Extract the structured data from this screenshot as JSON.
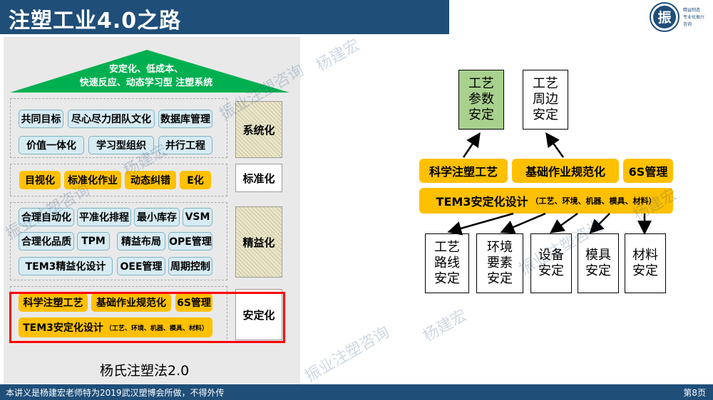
{
  "header": {
    "title": "注塑工业4.0之路"
  },
  "logo": {
    "char": "振",
    "lines": [
      "精益制造",
      "专业化振兴",
      "咨询"
    ]
  },
  "house": {
    "roof_lines": [
      "安定化、低成本、",
      "快速反应、动态学习型 注塑系统"
    ],
    "system_items": [
      "共同目标",
      "尽心尽力团队文化",
      "数据库管理",
      "价值一体化",
      "学习型组织",
      "并行工程"
    ],
    "standard_items": [
      "目视化",
      "标准化作业",
      "动态纠错",
      "E化"
    ],
    "lean_items": [
      "合理自动化",
      "平准化排程",
      "最小库存",
      "VSM",
      "合理化品质",
      "TPM",
      "精益布局",
      "OPE管理",
      "TEM3精益化设计",
      "OEE管理",
      "周期控制"
    ],
    "stable_items": [
      "科学注塑工艺",
      "基础作业规范化",
      "6S管理"
    ],
    "stable_bar": {
      "main": "TEM3安定化设计",
      "sub": "（工艺、环境、机器、模具、材料）"
    },
    "stages": [
      "系统化",
      "标准化",
      "精益化",
      "安定化"
    ],
    "caption": "杨氏注塑法2.0"
  },
  "flow": {
    "top_boxes": [
      "工艺\n参数\n安定",
      "工艺\n周边\n安定"
    ],
    "middle": [
      "科学注塑工艺",
      "基础作业规范化",
      "6S管理"
    ],
    "bar": {
      "main": "TEM3安定化设计",
      "sub": "（工艺、环境、机器、模具、材料）"
    },
    "bottom_boxes": [
      "工艺\n路线\n安定",
      "环境\n要素\n安定",
      "设备\n安定",
      "模具\n安定",
      "材料\n安定"
    ]
  },
  "watermarks": [
    "振业注塑咨询",
    "杨建宏"
  ],
  "footer": {
    "note": "本讲义是杨建宏老师特为2019武汉塑博会所做，不得外传",
    "page": "第8页"
  },
  "colors": {
    "navy": "#1f4e79",
    "gold": "#ffc000",
    "green": "#00b050",
    "red": "#ff0000",
    "pale_green": "#a9d18e"
  }
}
